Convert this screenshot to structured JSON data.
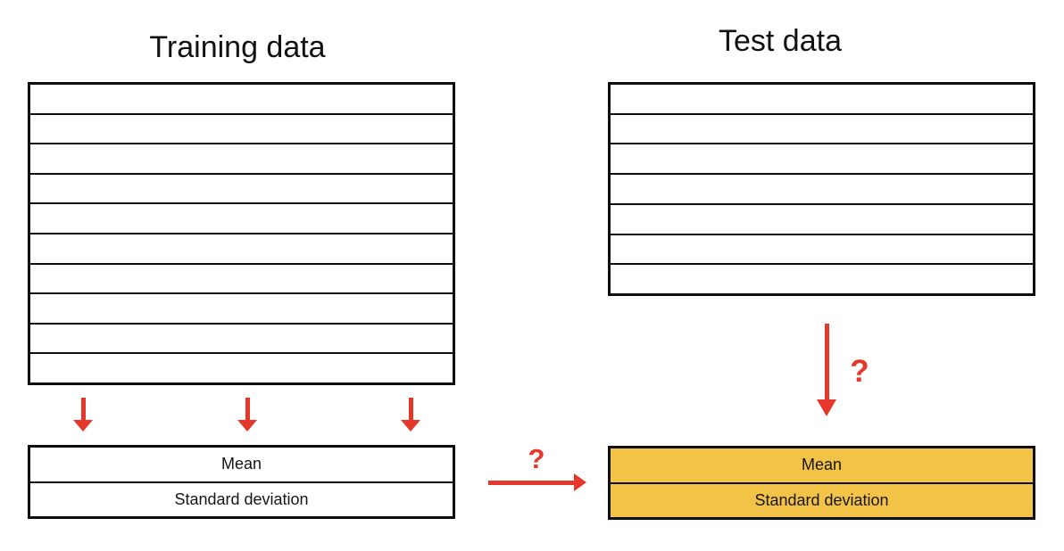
{
  "colors": {
    "arrow_red": "#E5382B",
    "highlight_orange": "#F2C346",
    "border_black": "#0E0E0E"
  },
  "training": {
    "title": "Training data",
    "row_count": 10,
    "stats": [
      "Mean",
      "Standard deviation"
    ]
  },
  "test": {
    "title": "Test data",
    "row_count": 7,
    "stats": [
      "Mean",
      "Standard deviation"
    ]
  },
  "question_marks": {
    "transfer": "?",
    "apply": "?"
  }
}
